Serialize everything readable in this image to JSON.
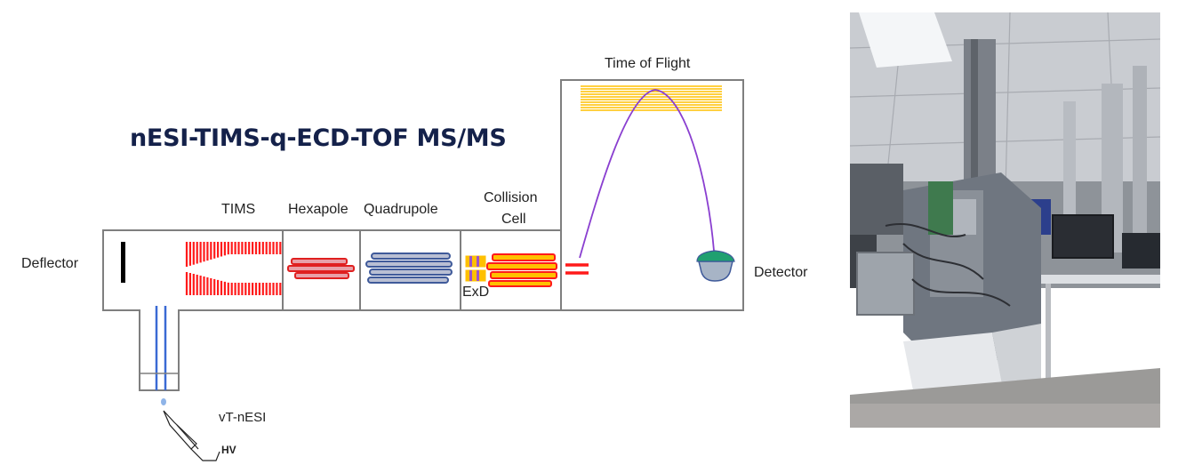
{
  "diagram": {
    "title": "nESI-TIMS-q-ECD-TOF MS/MS",
    "labels": {
      "deflector": "Deflector",
      "tims": "TIMS",
      "hexapole": "Hexapole",
      "quadrupole": "Quadrupole",
      "collision_cell_line1": "Collision",
      "collision_cell_line2": "Cell",
      "exd": "ExD",
      "time_of_flight": "Time of Flight",
      "detector": "Detector",
      "source": "vT-nESI",
      "hv": "HV"
    },
    "colors": {
      "outline": "#7f7f7f",
      "tims_red": "#ff1a1a",
      "hexapole_fill": "#e8a0a8",
      "hexapole_stroke": "#e02020",
      "quad_fill": "#b9bfd3",
      "quad_stroke": "#3f5a9a",
      "cell_fill": "#ffc000",
      "cell_stroke": "#ff1a1a",
      "exd_purple": "#9c55c8",
      "tof_gold": "#ffc000",
      "ion_path": "#8a3fd0",
      "detector_fill": "#a7b4c6",
      "detector_rim": "#1fa070",
      "emitter_blue": "#3a6ad4",
      "title_color": "#14214a"
    }
  },
  "photo": {
    "subject": "photograph of the mass spectrometer in a laboratory"
  }
}
